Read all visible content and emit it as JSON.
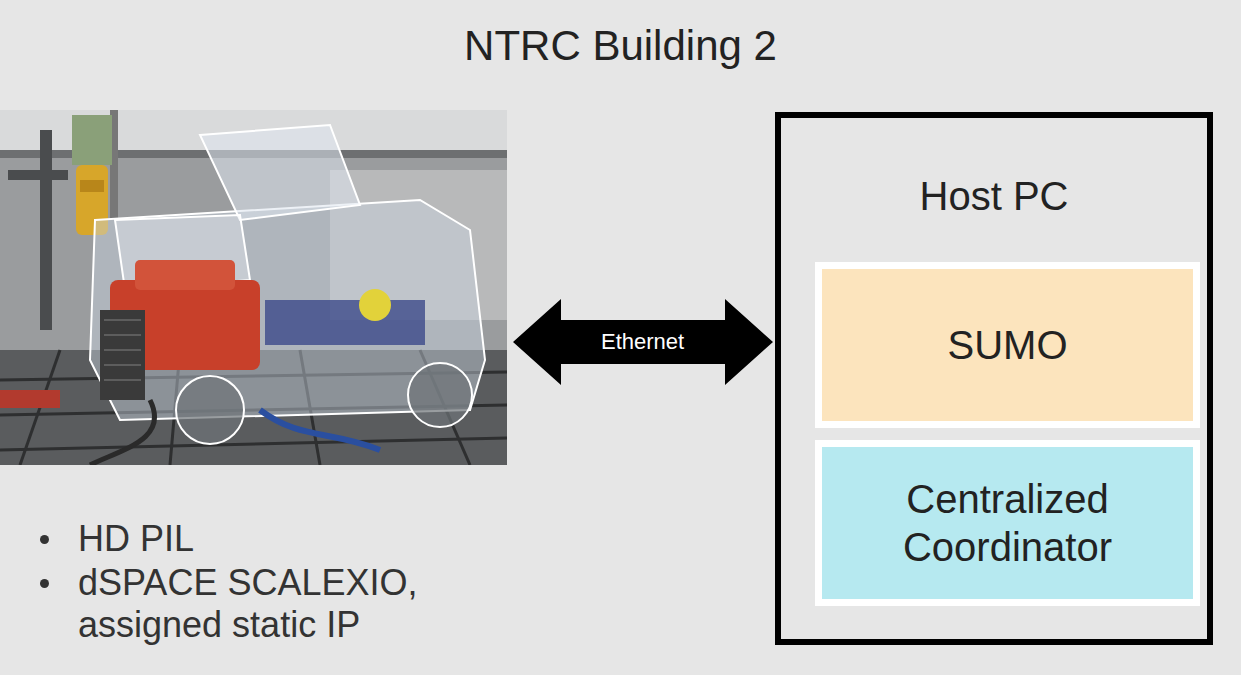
{
  "diagram": {
    "title": "NTRC Building 2",
    "nodes": [
      {
        "text": [
          "HD PIL",
          "dSPACE SCALEXIO, assigned static IP"
        ]
      },
      {
        "text": [
          "Host PC"
        ]
      },
      {
        "text": [
          "SUMO"
        ],
        "in": 1
      },
      {
        "text": [
          "Centralized Coordinator"
        ],
        "in": 1
      }
    ],
    "edges": [
      {
        "from": 0,
        "to": 1,
        "label": "Ethernet",
        "arrow": "both"
      }
    ]
  }
}
